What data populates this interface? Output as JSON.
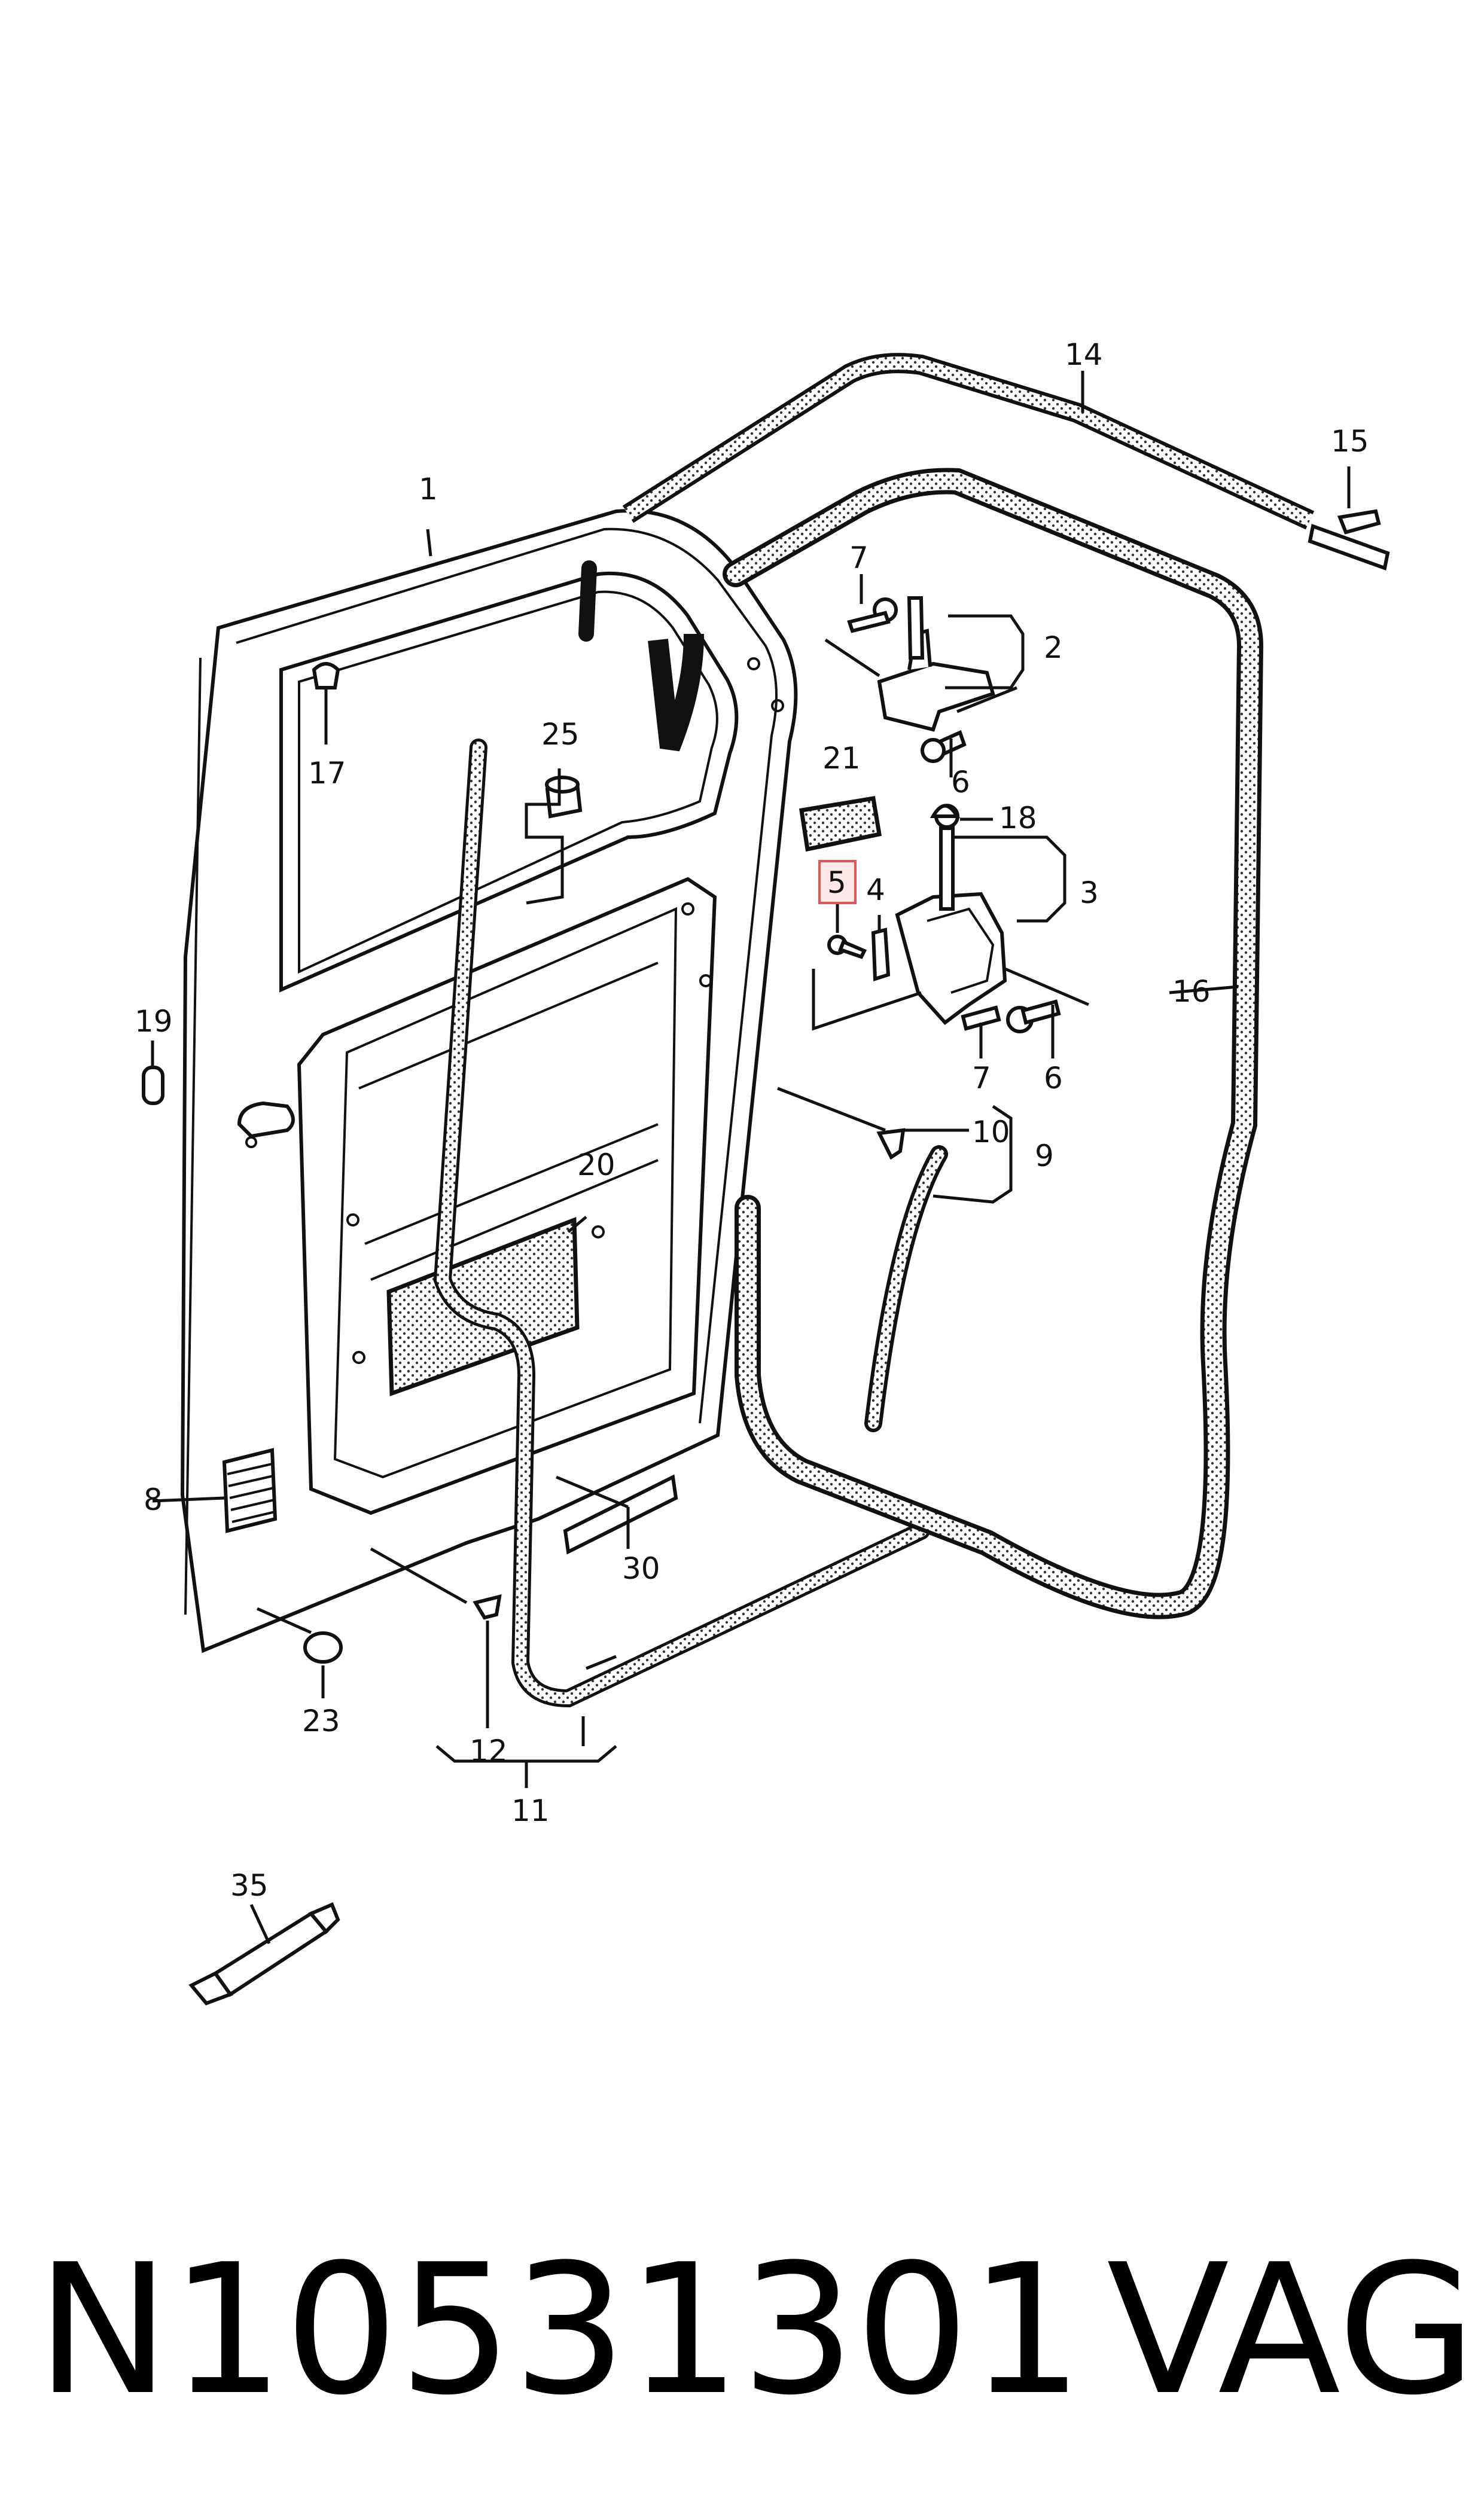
{
  "part_number": "N10531301",
  "brand": "VAG",
  "highlight_color": "#e0555a",
  "callouts": {
    "c1": "1",
    "c2": "2",
    "c3": "3",
    "c4": "4",
    "c5": "5",
    "c6a": "6",
    "c6b": "6",
    "c7a": "7",
    "c7b": "7",
    "c8": "8",
    "c9": "9",
    "c10": "10",
    "c11": "11",
    "c12": "12",
    "c14": "14",
    "c15": "15",
    "c16": "16",
    "c17": "17",
    "c18": "18",
    "c19": "19",
    "c20": "20",
    "c21": "21",
    "c23": "23",
    "c25": "25",
    "c30": "30",
    "c35": "35"
  }
}
